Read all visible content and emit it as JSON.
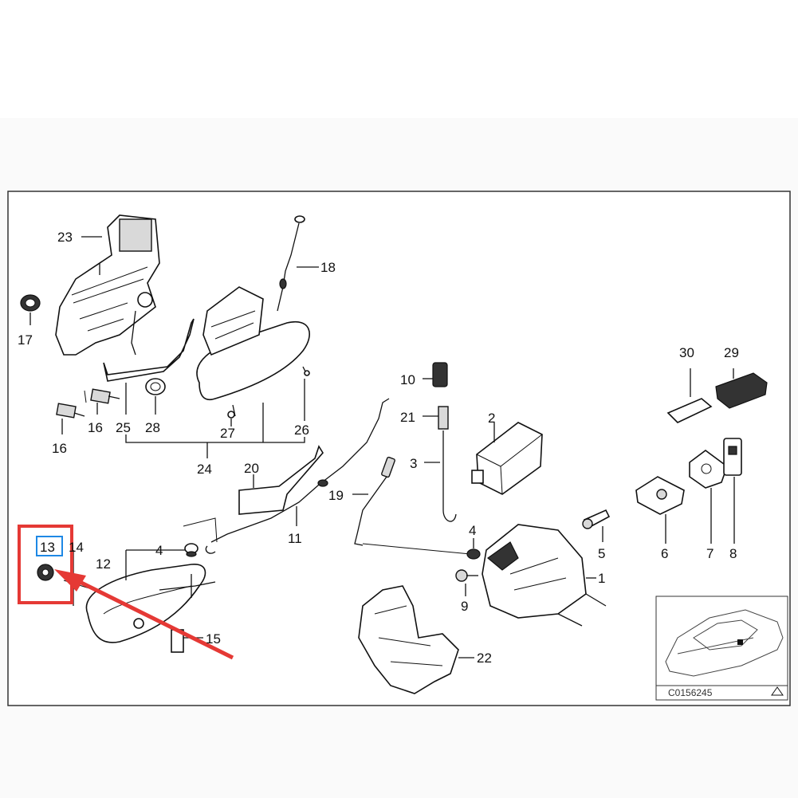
{
  "callouts": {
    "c1": "1",
    "c2": "2",
    "c3": "3",
    "c4a": "4",
    "c4b": "4",
    "c5": "5",
    "c6": "6",
    "c7": "7",
    "c8": "8",
    "c9": "9",
    "c10": "10",
    "c11": "11",
    "c12": "12",
    "c13": "13",
    "c14": "14",
    "c15": "15",
    "c16a": "16",
    "c16b": "16",
    "c17": "17",
    "c18": "18",
    "c19": "19",
    "c20": "20",
    "c21": "21",
    "c22": "22",
    "c23": "23",
    "c24": "24",
    "c25": "25",
    "c26": "26",
    "c27": "27",
    "c28": "28",
    "c29": "29",
    "c30": "30"
  },
  "inset": {
    "code": "C0156245"
  },
  "highlight": {
    "color": "#e53935",
    "label_box_color": "#1e88e5"
  }
}
